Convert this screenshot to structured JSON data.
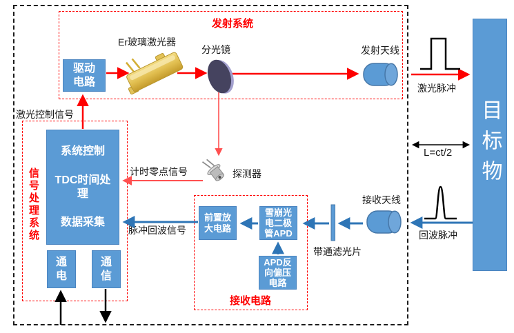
{
  "sections": {
    "transmit_system": "发射系统",
    "signal_processing_system": "信号处理系统",
    "receive_circuit": "接收电路"
  },
  "labels": {
    "er_laser": "Er玻璃激光器",
    "beam_splitter": "分光镜",
    "transmit_antenna": "发射天线",
    "laser_pulse": "激光脉冲",
    "distance_formula": "L=ct/2",
    "laser_control_signal": "激光控制信号",
    "timing_zero_signal": "计时零点信号",
    "detector": "探测器",
    "pulse_echo_signal": "脉冲回波信号",
    "bandpass_filter": "带通滤光片",
    "receive_antenna": "接收天线",
    "echo_pulse": "回波脉冲"
  },
  "boxes": {
    "drive_circuit": {
      "lines": [
        "驱动",
        "电路"
      ]
    },
    "control": {
      "lines": [
        "系统控制",
        "TDC时间处理",
        "数据采集"
      ]
    },
    "power": {
      "lines": [
        "通",
        "电"
      ]
    },
    "comm": {
      "lines": [
        "通",
        "信"
      ]
    },
    "preamp": {
      "lines": [
        "前置放",
        "大电路"
      ]
    },
    "apd": {
      "lines": [
        "雪崩光",
        "电二极",
        "管APD"
      ]
    },
    "apd_bias": {
      "lines": [
        "APD反",
        "向偏压",
        "电路"
      ]
    },
    "target": "目标物"
  },
  "colors": {
    "box_blue": "#5b9bd5",
    "arrow_blue": "#2e75b6",
    "arrow_red": "#fe0000",
    "arrow_light_red": "#ff5050",
    "laser_gold": "#e0bd4e",
    "splitter_navy": "#45435f",
    "waveform_black": "#000000"
  }
}
